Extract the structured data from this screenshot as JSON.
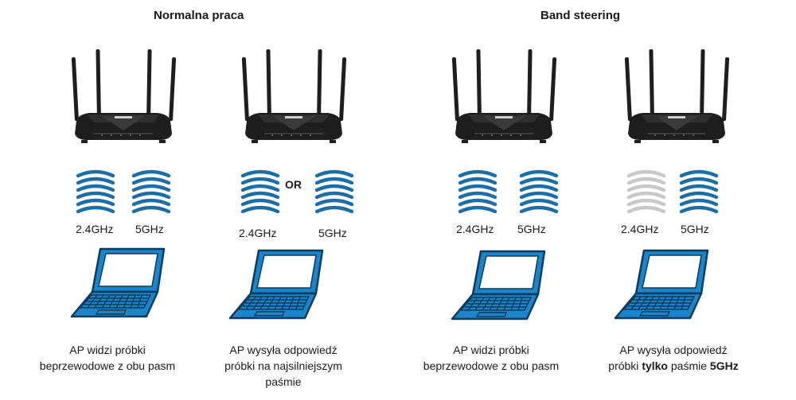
{
  "sections": [
    {
      "title": "Normalna praca"
    },
    {
      "title": "Band steering"
    }
  ],
  "columns": [
    {
      "bands": [
        "2.4GHz",
        "5GHz"
      ],
      "waves": [
        {
          "color": "#1b6fa6"
        },
        {
          "color": "#1b6fa6"
        }
      ],
      "caption": {
        "line1": "AP widzi próbki",
        "line2": "beprzewodowe z obu pasm",
        "line3": ""
      }
    },
    {
      "bands": [
        "2.4GHz",
        "5GHz"
      ],
      "or_label": "OR",
      "waves": [
        {
          "color": "#1b6fa6"
        },
        {
          "color": "#1b6fa6"
        }
      ],
      "caption": {
        "line1": "AP wysyła odpowiedź",
        "line2": "próbki na najsilniejszym",
        "line3": "paśmie"
      }
    },
    {
      "bands": [
        "2.4GHz",
        "5GHz"
      ],
      "waves": [
        {
          "color": "#1b6fa6"
        },
        {
          "color": "#1b6fa6"
        }
      ],
      "caption": {
        "line1": "AP widzi próbki",
        "line2": "beprzewodowe z obu pasm",
        "line3": ""
      }
    },
    {
      "bands": [
        "2.4GHz",
        "5GHz"
      ],
      "waves": [
        {
          "color": "#c8c8c8"
        },
        {
          "color": "#1b6fa6"
        }
      ],
      "caption": {
        "line1": "AP wysyła odpowiedź",
        "line2_a": "próbki ",
        "line2_b": "tylko",
        "line2_c": " paśmie ",
        "line2_d": "5GHz"
      }
    }
  ],
  "colors": {
    "wave_active": "#1b6fa6",
    "wave_inactive": "#c8c8c8",
    "laptop_blue": "#1a85c8",
    "router_body": "#1e1e1e"
  }
}
